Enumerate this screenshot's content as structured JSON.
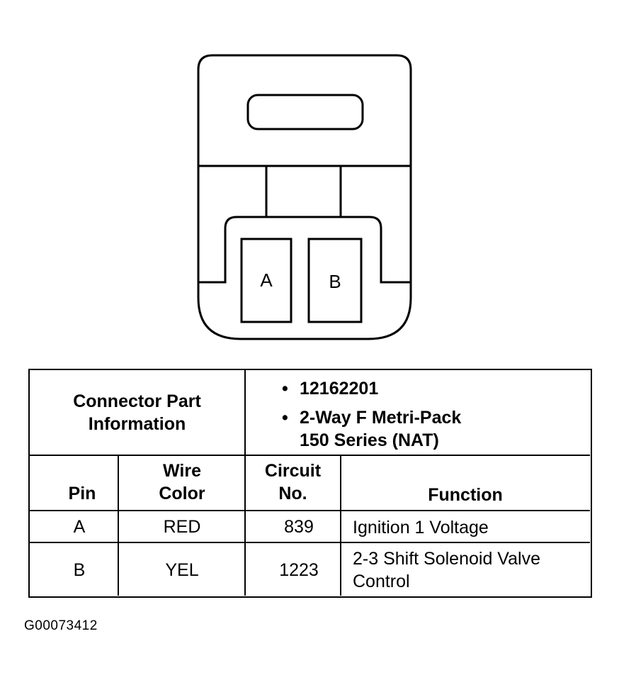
{
  "connector": {
    "pin_a_label": "A",
    "pin_b_label": "B"
  },
  "part_info": {
    "heading_line1": "Connector Part",
    "heading_line2": "Information",
    "bullet_char": "•",
    "part_number": "12162201",
    "description_line1": "2-Way F Metri-Pack",
    "description_line2": "150 Series (NAT)"
  },
  "columns": {
    "pin": "Pin",
    "wire_color_line1": "Wire",
    "wire_color_line2": "Color",
    "circuit_line1": "Circuit",
    "circuit_line2": "No.",
    "function": "Function"
  },
  "rows": [
    {
      "pin": "A",
      "wire_color": "RED",
      "circuit": "839",
      "function_line1": "Ignition 1 Voltage",
      "function_line2": ""
    },
    {
      "pin": "B",
      "wire_color": "YEL",
      "circuit": "1223",
      "function_line1": "2-3 Shift Solenoid Valve",
      "function_line2": "Control"
    }
  ],
  "footer_code": "G00073412"
}
